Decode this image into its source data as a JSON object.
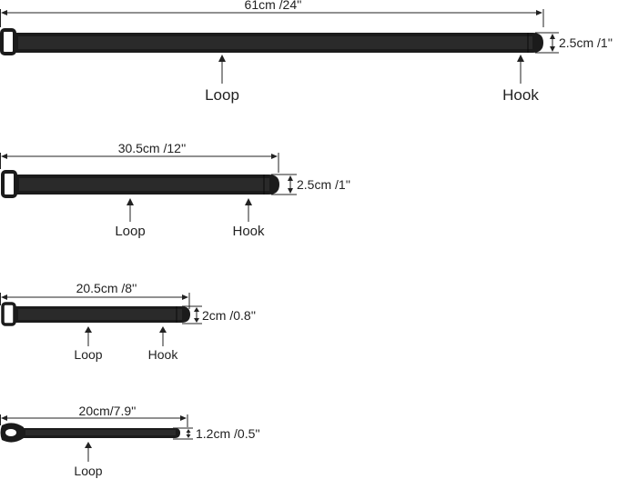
{
  "straps": [
    {
      "length_label": "61cm /24''",
      "width_label": "2.5cm /1''",
      "loop_label": "Loop",
      "hook_label": "Hook"
    },
    {
      "length_label": "30.5cm /12''",
      "width_label": "2.5cm /1''",
      "loop_label": "Loop",
      "hook_label": "Hook"
    },
    {
      "length_label": "20.5cm /8''",
      "width_label": "2cm /0.8''",
      "loop_label": "Loop",
      "hook_label": "Hook"
    },
    {
      "length_label": "20cm/7.9''",
      "width_label": "1.2cm /0.5''",
      "loop_label": "Loop"
    }
  ],
  "colors": {
    "strap": "#1b1b1b",
    "line": "#222222",
    "background": "#ffffff"
  }
}
